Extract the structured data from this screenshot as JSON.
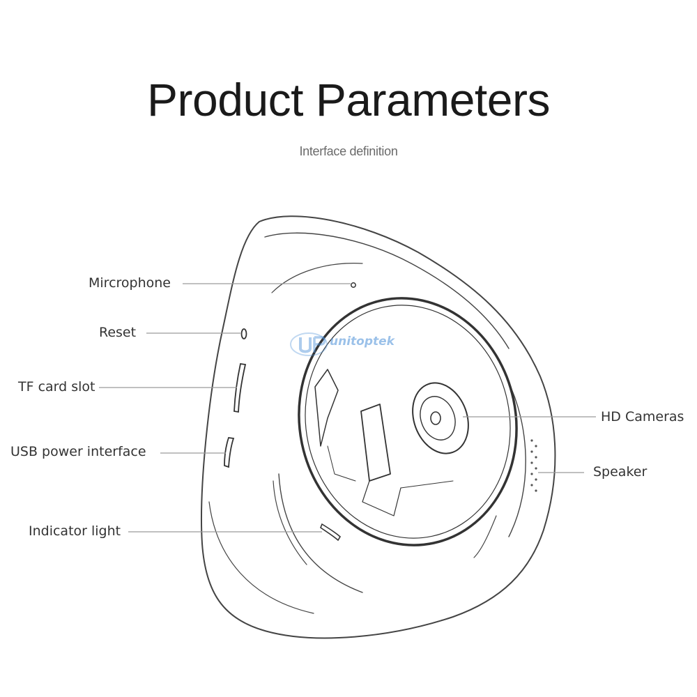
{
  "header": {
    "title": "Product Parameters",
    "subtitle": "Interface definition"
  },
  "labels": {
    "microphone": "Mircrophone",
    "reset": "Reset",
    "tf_card_slot": "TF card slot",
    "usb_power": "USB power interface",
    "indicator_light": "Indicator light",
    "hd_cameras": "HD Cameras",
    "speaker": "Speaker"
  },
  "watermark": {
    "text": "unitoptek"
  },
  "colors": {
    "outline": "#444444",
    "leader": "#9a9a9a",
    "watermark": "#4a8fd8"
  }
}
